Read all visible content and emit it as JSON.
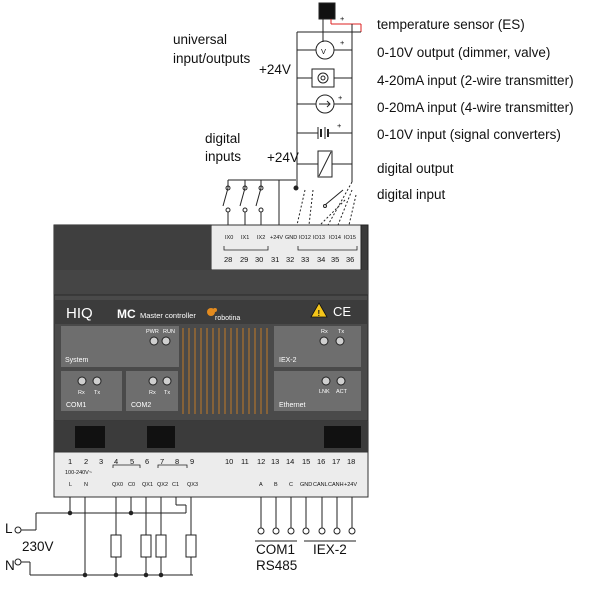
{
  "left_labels": {
    "universal": [
      "universal",
      "input/outputs"
    ],
    "plus24_a": "+24V",
    "digital": [
      "digital",
      "inputs"
    ],
    "plus24_b": "+24V"
  },
  "right_labels": [
    "temperature sensor (ES)",
    "0-10V output (dimmer, valve)",
    "4-20mA input (2-wire transmitter)",
    "0-20mA input (4-wire transmitter)",
    "0-10V input (signal converters)",
    "digital output",
    "digital input"
  ],
  "top_terminals": {
    "names": [
      "IX0",
      "IX1",
      "IX2",
      "+24V",
      "GND",
      "IO12",
      "IO13",
      "IO14",
      "IO15"
    ],
    "numbers": [
      "28",
      "29",
      "30",
      "31",
      "32",
      "33",
      "34",
      "35",
      "36"
    ]
  },
  "device": {
    "brand": "HIQ",
    "model": "MC",
    "model_sub": "Master controller",
    "maker": "robotina",
    "ce": "CE",
    "panels": {
      "system": "System",
      "pwr": "PWR",
      "run": "RUN",
      "iex": "IEX-2",
      "rx": "Rx",
      "tx": "Tx",
      "com1": "COM1",
      "com2": "COM2",
      "lnk": "LNK",
      "act": "ACT",
      "ethernet": "Ethernet"
    }
  },
  "bottom_terminals": {
    "numbers": [
      "1",
      "2",
      "3",
      "4",
      "5",
      "6",
      "7",
      "8",
      "9",
      "10",
      "11",
      "12",
      "13",
      "14",
      "15",
      "16",
      "17",
      "18"
    ],
    "supply": "100-240V~",
    "names": [
      "L",
      "N",
      "QX0",
      "C0",
      "QX1",
      "QX2",
      "C1",
      "QX3",
      "A",
      "B",
      "C",
      "GND",
      "CANL",
      "CANH",
      "+24V"
    ]
  },
  "bottom_labels": {
    "L": "L",
    "N": "N",
    "mains": "230V",
    "com1": "COM1",
    "rs485": "RS485",
    "iex": "IEX-2"
  }
}
